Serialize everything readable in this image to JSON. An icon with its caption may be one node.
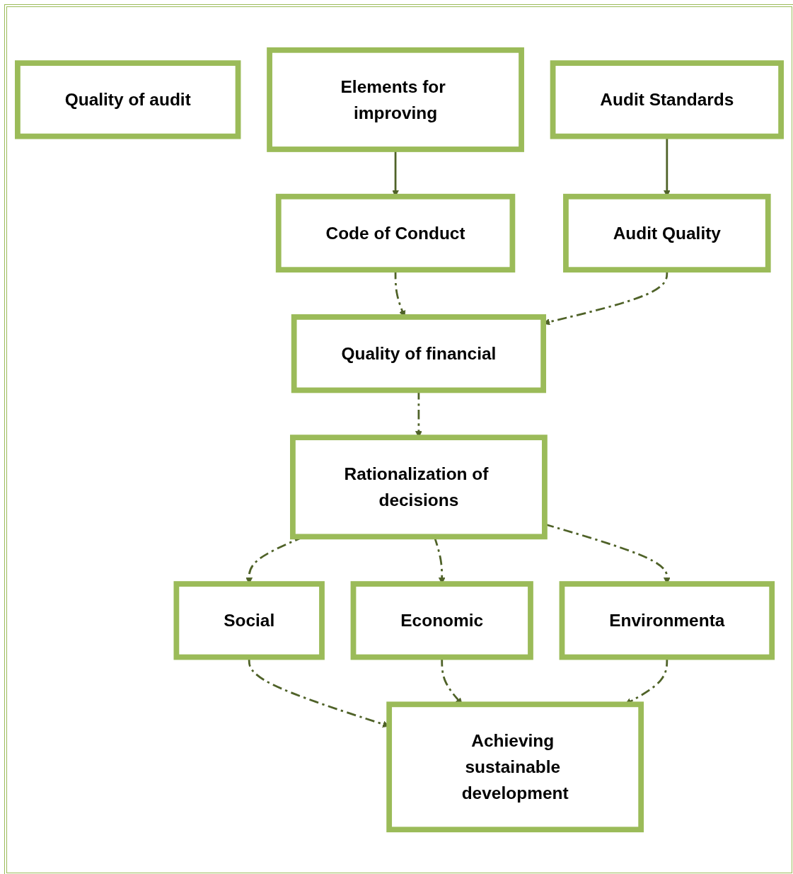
{
  "diagram": {
    "nodes": [
      {
        "text": [
          "Quality of audit"
        ]
      },
      {
        "text": [
          "Elements for improving"
        ]
      },
      {
        "text": [
          "Audit Standards"
        ]
      },
      {
        "text": [
          "Code of Conduct"
        ]
      },
      {
        "text": [
          "Audit Quality"
        ]
      },
      {
        "text": [
          "Quality of financial"
        ]
      },
      {
        "text": [
          "Rationalization of decisions"
        ]
      },
      {
        "text": [
          "Social"
        ]
      },
      {
        "text": [
          "Economic"
        ]
      },
      {
        "text": [
          "Environmenta"
        ]
      },
      {
        "text": [
          "Achieving sustainable development"
        ]
      }
    ],
    "edges": [
      {
        "from": 1,
        "to": 3,
        "arrow": "to"
      },
      {
        "from": 2,
        "to": 4,
        "arrow": "to"
      },
      {
        "from": 3,
        "to": 5,
        "arrow": "to",
        "style": "dashed"
      },
      {
        "from": 4,
        "to": 5,
        "arrow": "to",
        "style": "dashed"
      },
      {
        "from": 5,
        "to": 6,
        "arrow": "to",
        "style": "dashed"
      },
      {
        "from": 6,
        "to": 7,
        "arrow": "to",
        "style": "dashed"
      },
      {
        "from": 6,
        "to": 8,
        "arrow": "to",
        "style": "dashed"
      },
      {
        "from": 6,
        "to": 9,
        "arrow": "to",
        "style": "dashed"
      },
      {
        "from": 7,
        "to": 10,
        "arrow": "to",
        "style": "dashed"
      },
      {
        "from": 8,
        "to": 10,
        "arrow": "to",
        "style": "dashed"
      },
      {
        "from": 9,
        "to": 10,
        "arrow": "to",
        "style": "dashed"
      }
    ]
  }
}
